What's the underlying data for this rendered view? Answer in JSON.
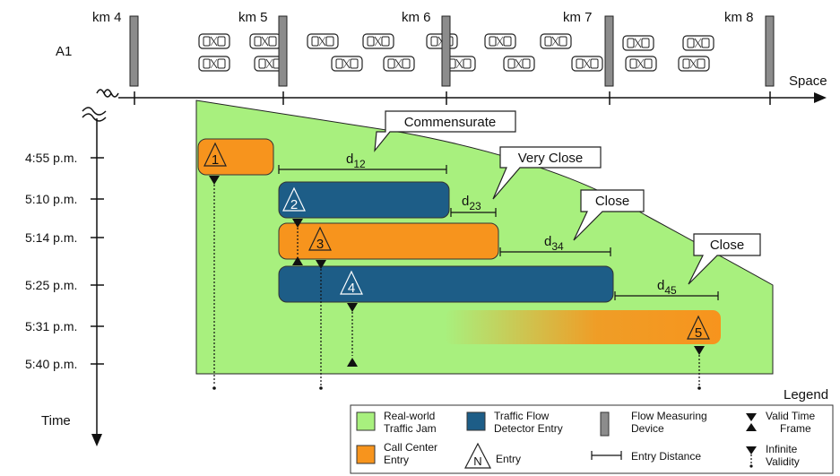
{
  "road_label": "A1",
  "km_markers": [
    "km 4",
    "km 5",
    "km 6",
    "km 7",
    "km 8"
  ],
  "axes": {
    "space_label": "Space",
    "time_label": "Time"
  },
  "time_ticks": [
    "4:55 p.m.",
    "5:10 p.m.",
    "5:14 p.m.",
    "5:25 p.m.",
    "5:31 p.m.",
    "5:40 p.m."
  ],
  "entries": [
    {
      "number": "1",
      "type": "call-center",
      "color": "#f7941d"
    },
    {
      "number": "2",
      "type": "traffic-flow-detector",
      "color": "#1d5d87"
    },
    {
      "number": "3",
      "type": "call-center",
      "color": "#f7941d"
    },
    {
      "number": "4",
      "type": "traffic-flow-detector",
      "color": "#1d5d87"
    },
    {
      "number": "5",
      "type": "call-center",
      "color": "#f7941d"
    }
  ],
  "distances": [
    {
      "label": "d",
      "sub": "12"
    },
    {
      "label": "d",
      "sub": "23"
    },
    {
      "label": "d",
      "sub": "34"
    },
    {
      "label": "d",
      "sub": "45"
    }
  ],
  "callouts": [
    "Commensurate",
    "Very Close",
    "Close",
    "Close"
  ],
  "legend": {
    "title": "Legend",
    "items": {
      "traffic_jam": [
        "Real-world",
        "Traffic Jam"
      ],
      "detector": [
        "Traffic Flow",
        "Detector Entry"
      ],
      "device": [
        "Flow Measuring",
        "Device"
      ],
      "valid_time": [
        "Valid Time",
        "Frame"
      ],
      "call_center": [
        "Call Center",
        "Entry"
      ],
      "entry_symbol": "N",
      "entry": "Entry",
      "entry_distance": "Entry Distance",
      "infinite": [
        "Infinite",
        "Validity"
      ]
    }
  },
  "colors": {
    "jam": "#a8f07e",
    "call_center": "#f7941d",
    "detector": "#1d5d87",
    "device": "#8c8c8c"
  }
}
